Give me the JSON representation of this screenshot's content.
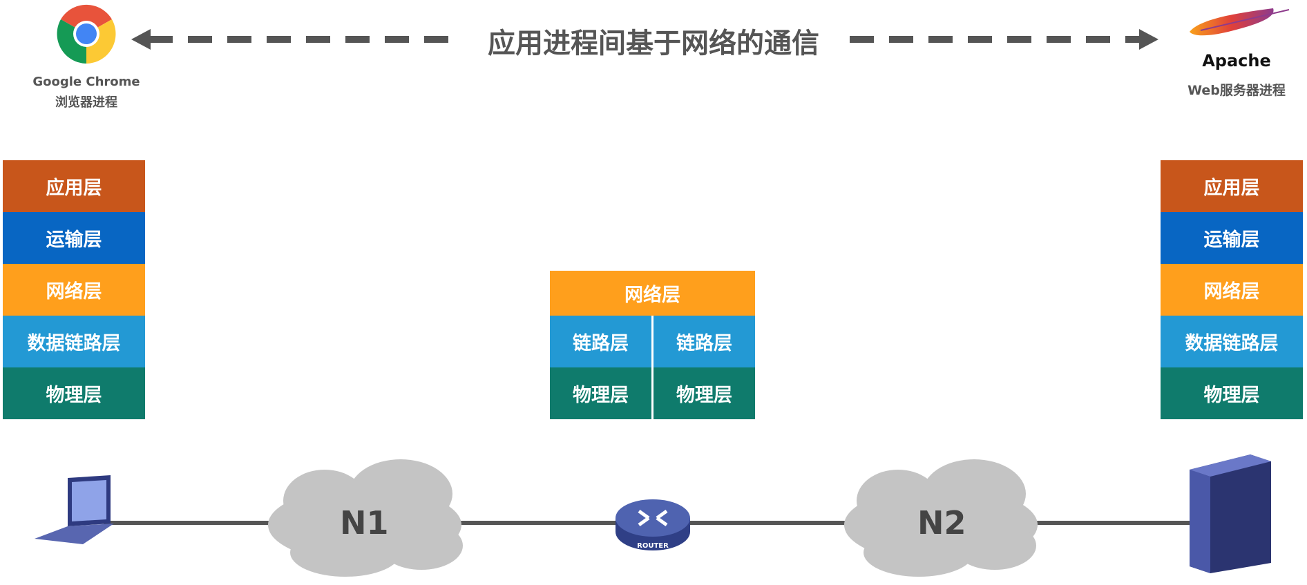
{
  "title": "应用进程间基于网络的通信",
  "client": {
    "name": "Google Chrome",
    "desc": "浏览器进程",
    "icon": "chrome-logo-icon"
  },
  "server": {
    "name": "Apache",
    "desc": "Web服务器进程",
    "icon": "apache-feather-icon"
  },
  "left_stack": [
    "应用层",
    "运输层",
    "网络层",
    "数据链路层",
    "物理层"
  ],
  "right_stack": [
    "应用层",
    "运输层",
    "网络层",
    "数据链路层",
    "物理层"
  ],
  "router_stack": {
    "top": "网络层",
    "link": [
      "链路层",
      "链路层"
    ],
    "phys": [
      "物理层",
      "物理层"
    ]
  },
  "network": {
    "n1": "N1",
    "n2": "N2",
    "router_label": "ROUTER"
  },
  "colors": {
    "app": "#C8561B",
    "transport": "#0866C3",
    "network": "#FF9F1C",
    "datalink": "#2399D4",
    "physical": "#0F7B6C"
  }
}
